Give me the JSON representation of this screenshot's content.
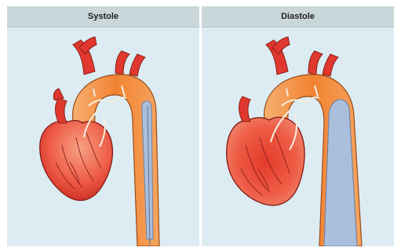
{
  "panels": [
    {
      "label": "Systole"
    },
    {
      "label": "Diastole"
    }
  ],
  "colors": {
    "background": "#dcecf2",
    "header": "#c9d6da",
    "aorta_outer": "#f0a060",
    "aorta_inner": "#f47e2a",
    "heart_light": "#f28a78",
    "heart_dark": "#d8342a",
    "heart_outline": "#8a1f1a",
    "vessel_red": "#e0382e",
    "balloon": "#a9bfdc",
    "balloon_outline": "#6c82a8",
    "coronary": "#f4f0e0"
  },
  "figure": {
    "systole": {
      "balloon_state": "deflated"
    },
    "diastole": {
      "balloon_state": "inflated"
    }
  }
}
